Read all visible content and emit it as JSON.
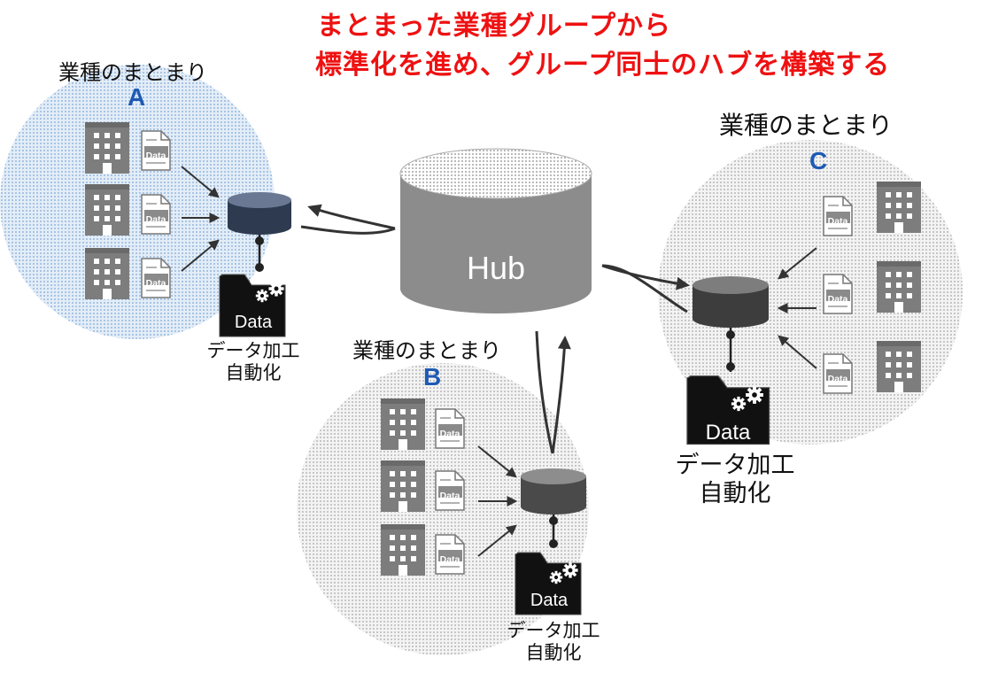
{
  "headline": {
    "line1": "まとまった業種グループから",
    "line2": "標準化を進め、グループ同士のハブを構築する"
  },
  "hub": {
    "label": "Hub"
  },
  "groups": [
    {
      "id": "A",
      "title": "業種のまとまり",
      "letter": "A",
      "doc_label": "Data",
      "folder_label": "Data",
      "caption_line1": "データ加工",
      "caption_line2": "自動化",
      "color": "#2e3a4f"
    },
    {
      "id": "B",
      "title": "業種のまとまり",
      "letter": "B",
      "doc_label": "Data",
      "folder_label": "Data",
      "caption_line1": "データ加工",
      "caption_line2": "自動化",
      "color": "#4a4a4a"
    },
    {
      "id": "C",
      "title": "業種のまとまり",
      "letter": "C",
      "doc_label": "Data",
      "folder_label": "Data",
      "caption_line1": "データ加工",
      "caption_line2": "自動化",
      "color": "#3d3d3d"
    }
  ],
  "colors": {
    "headline": "#ee1111",
    "group_letter": "#1e5ab4",
    "group_a_fill": "#b9d3ea",
    "group_bc_fill": "#d9d9d9",
    "hub": "#8c8c8c",
    "building": "#7d7d7d"
  }
}
